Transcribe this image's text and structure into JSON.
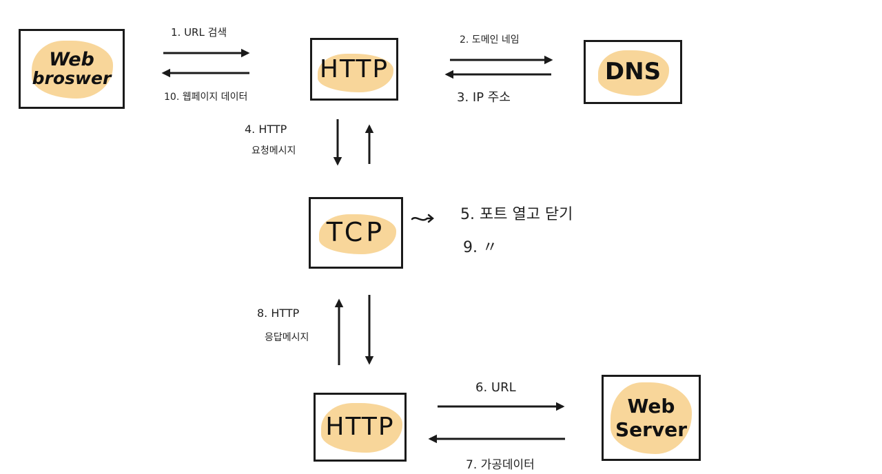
{
  "nodes": {
    "browser": {
      "line1": "Web",
      "line2": "broswer"
    },
    "http_top": {
      "label": "HTTP"
    },
    "dns": {
      "label": "DNS"
    },
    "tcp": {
      "label": "TCP"
    },
    "http_bottom": {
      "label": "HTTP"
    },
    "server": {
      "line1": "Web",
      "line2": "Server"
    }
  },
  "steps": {
    "s1": "1. URL 검색",
    "s2": "2. 도메인 네임",
    "s3": "3. IP 주소",
    "s4_line1": "4. HTTP",
    "s4_line2": "요청메시지",
    "s5": "5. 포트 열고 닫기",
    "s9": "9.   〃",
    "s6": "6. URL",
    "s7": "7. 가공데이터",
    "s8_line1": "8. HTTP",
    "s8_line2": "응답메시지",
    "s10": "10. 웹페이지 데이터"
  },
  "colors": {
    "highlight": "#f8d69a",
    "stroke": "#1a1a1a"
  }
}
